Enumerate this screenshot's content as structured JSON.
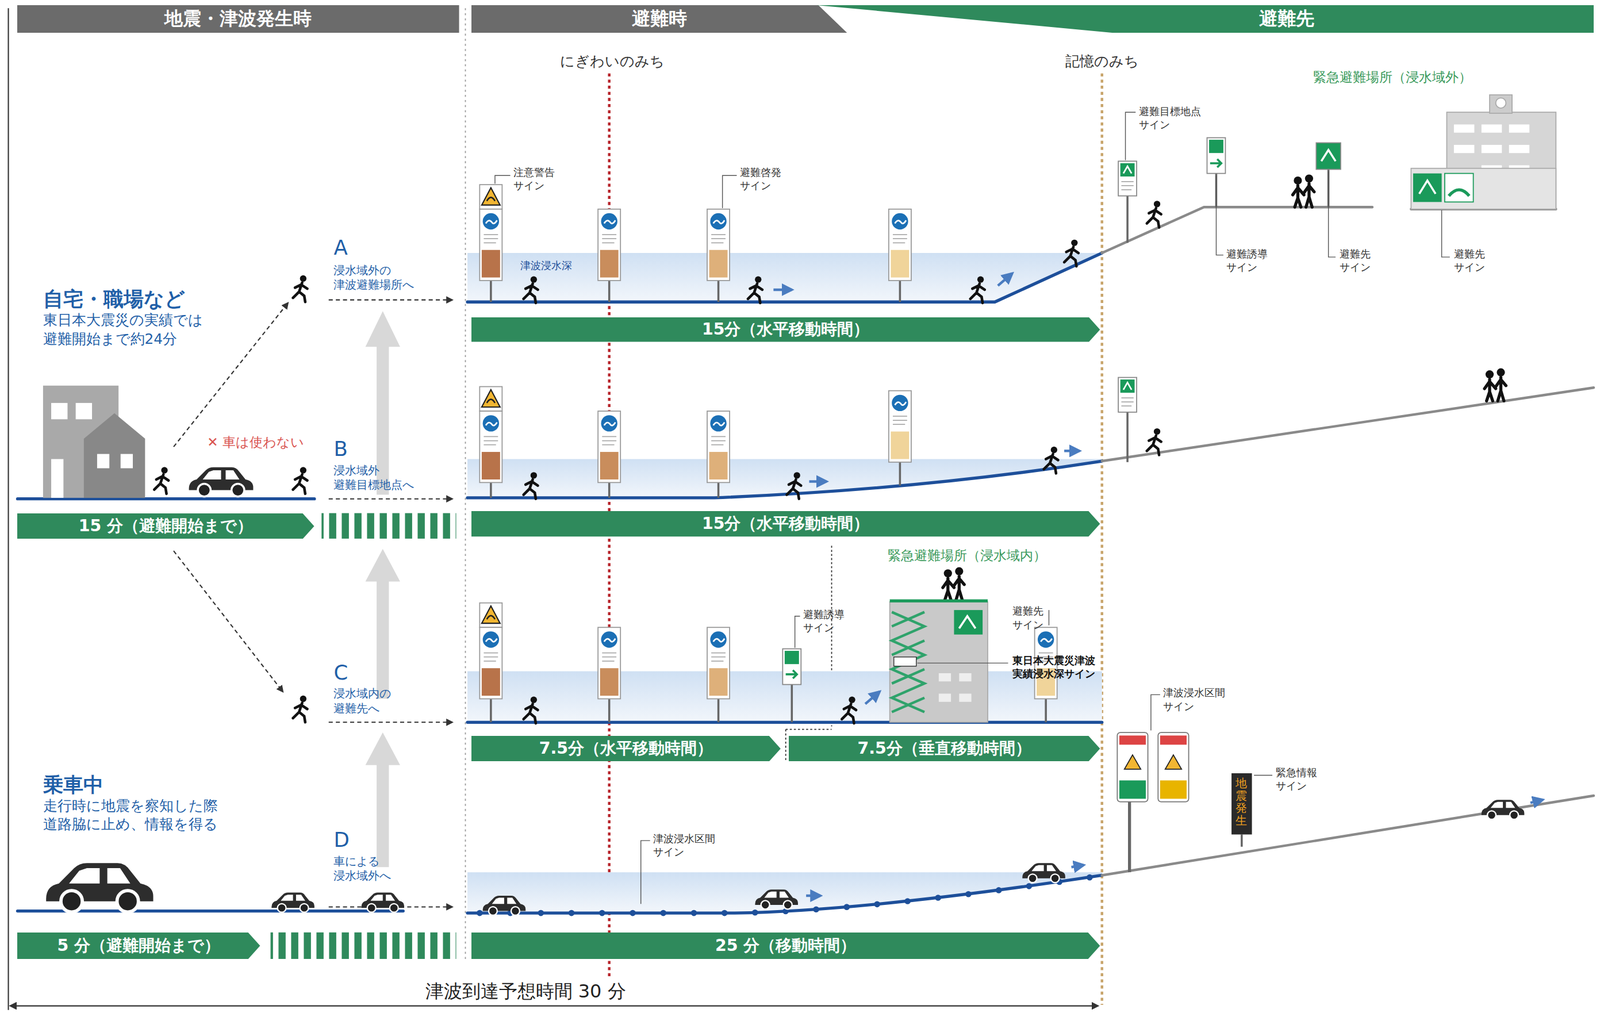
{
  "diagram": {
    "nodes": [
      {
        "text": [
          "地震・津波発生時"
        ]
      },
      {
        "text": [
          "避難時"
        ]
      },
      {
        "text": [
          "避難先"
        ]
      },
      {
        "text": [
          "15 分（避難開始まで）"
        ]
      },
      {
        "text": [
          "15分（水平移動時間）"
        ]
      },
      {
        "text": [
          "15分（水平移動時間）"
        ]
      },
      {
        "text": [
          "7.5分（水平移動時間）"
        ]
      },
      {
        "text": [
          "7.5分（垂直移動時間）"
        ]
      },
      {
        "text": [
          "5 分（避難開始まで）"
        ]
      },
      {
        "text": [
          "25 分（移動時間）"
        ]
      }
    ],
    "labels": [
      "にぎわいのみち",
      "記憶のみち",
      "緊急避難場所（浸水域外）",
      "A",
      "浸水域外の 津波避難場所へ",
      "自宅・職場など",
      "東日本大震災の実績では 避難開始まで約24分",
      "注意警告 サイン",
      "避難啓発 サイン",
      "津波浸水深",
      "避難目標地点 サイン",
      "避難誘導 サイン",
      "避難先 サイン",
      "避難先 サイン",
      "✕ 車は使わない",
      "B",
      "浸水域外 避難目標地点へ",
      "緊急避難場所（浸水域内）",
      "避難誘導 サイン",
      "避難先 サイン",
      "東日本大震災津波 実績浸水深サイン",
      "C",
      "浸水域内の 避難先へ",
      "乗車中",
      "走行時に地震を察知した際 道路脇に止め、情報を得る",
      "D",
      "車による 浸水域外へ",
      "津波浸水区間 サイン",
      "津波浸水区間 サイン",
      "緊急情報 サイン",
      "地震発生",
      "津波到達予想時間 30 分"
    ]
  }
}
